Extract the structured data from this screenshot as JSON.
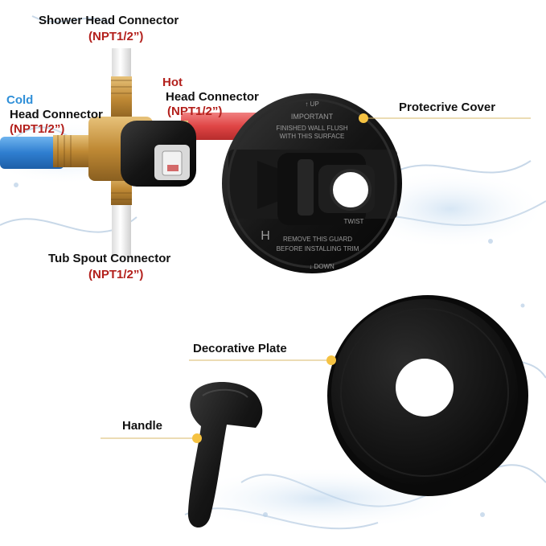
{
  "labels": {
    "shower_head": {
      "title": "Shower Head Connector",
      "spec": "(NPT1/2”)"
    },
    "cold": {
      "word": "Cold",
      "title": "Head Connector",
      "spec": "(NPT1/2”)"
    },
    "hot": {
      "word": "Hot",
      "title": "Head Connector",
      "spec": "(NPT1/2”)"
    },
    "tub_spout": {
      "title": "Tub Spout Connector",
      "spec": "(NPT1/2”)"
    },
    "protective_cover": "Protecrive Cover",
    "decorative_plate": "Decorative Plate",
    "handle": "Handle"
  },
  "cover_text": {
    "up": "↑ UP",
    "important": "IMPORTANT",
    "flush_1": "FINISHED WALL FLUSH",
    "flush_2": "WITH THIS SURFACE",
    "twist": "TWIST",
    "h": "H",
    "remove_1": "REMOVE THIS GUARD",
    "remove_2": "BEFORE INSTALLING TRIM",
    "down": "↓ DOWN"
  },
  "colors": {
    "accent_red": "#b3201c",
    "accent_blue": "#2f8fd8",
    "callout_dot": "#f5c242",
    "pipe_hot": "#e24a4a",
    "pipe_cold": "#3b86d2",
    "brass": "#c9963e",
    "matte_black": "#141414"
  }
}
